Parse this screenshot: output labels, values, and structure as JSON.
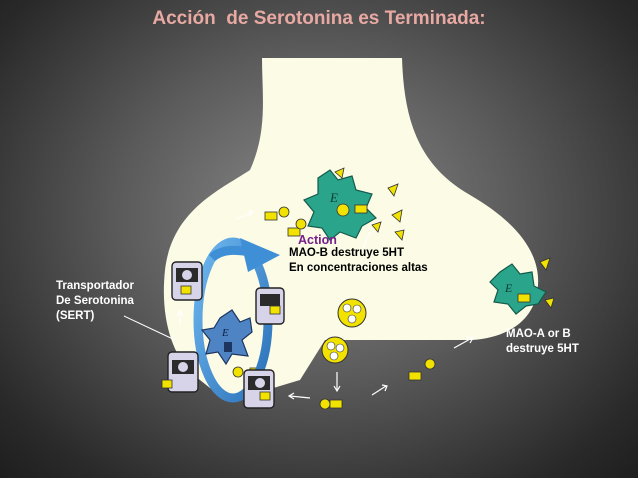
{
  "slide": {
    "title": "Acción  de Serotonina es Terminada:"
  },
  "labels": {
    "action": "Action",
    "maob_line1": "MAO-B destruye 5HT",
    "maob_line2": "En concentraciones altas",
    "sert_line1": "Transportador",
    "sert_line2": "De  Serotonina",
    "sert_line3": "(SERT)",
    "maoa_line1": "MAO-A or B",
    "maoa_line2": "destruye 5HT"
  },
  "enzyme_glyphs": {
    "enzyme_letter": "E"
  },
  "colors": {
    "title": "#e8a9a3",
    "terminal": "#fbfbe6",
    "serotonin": "#f2e200",
    "enzyme": "#2aa58c",
    "transporter_ring": "#3e8fd6",
    "action_text": "#7a1f8a"
  }
}
